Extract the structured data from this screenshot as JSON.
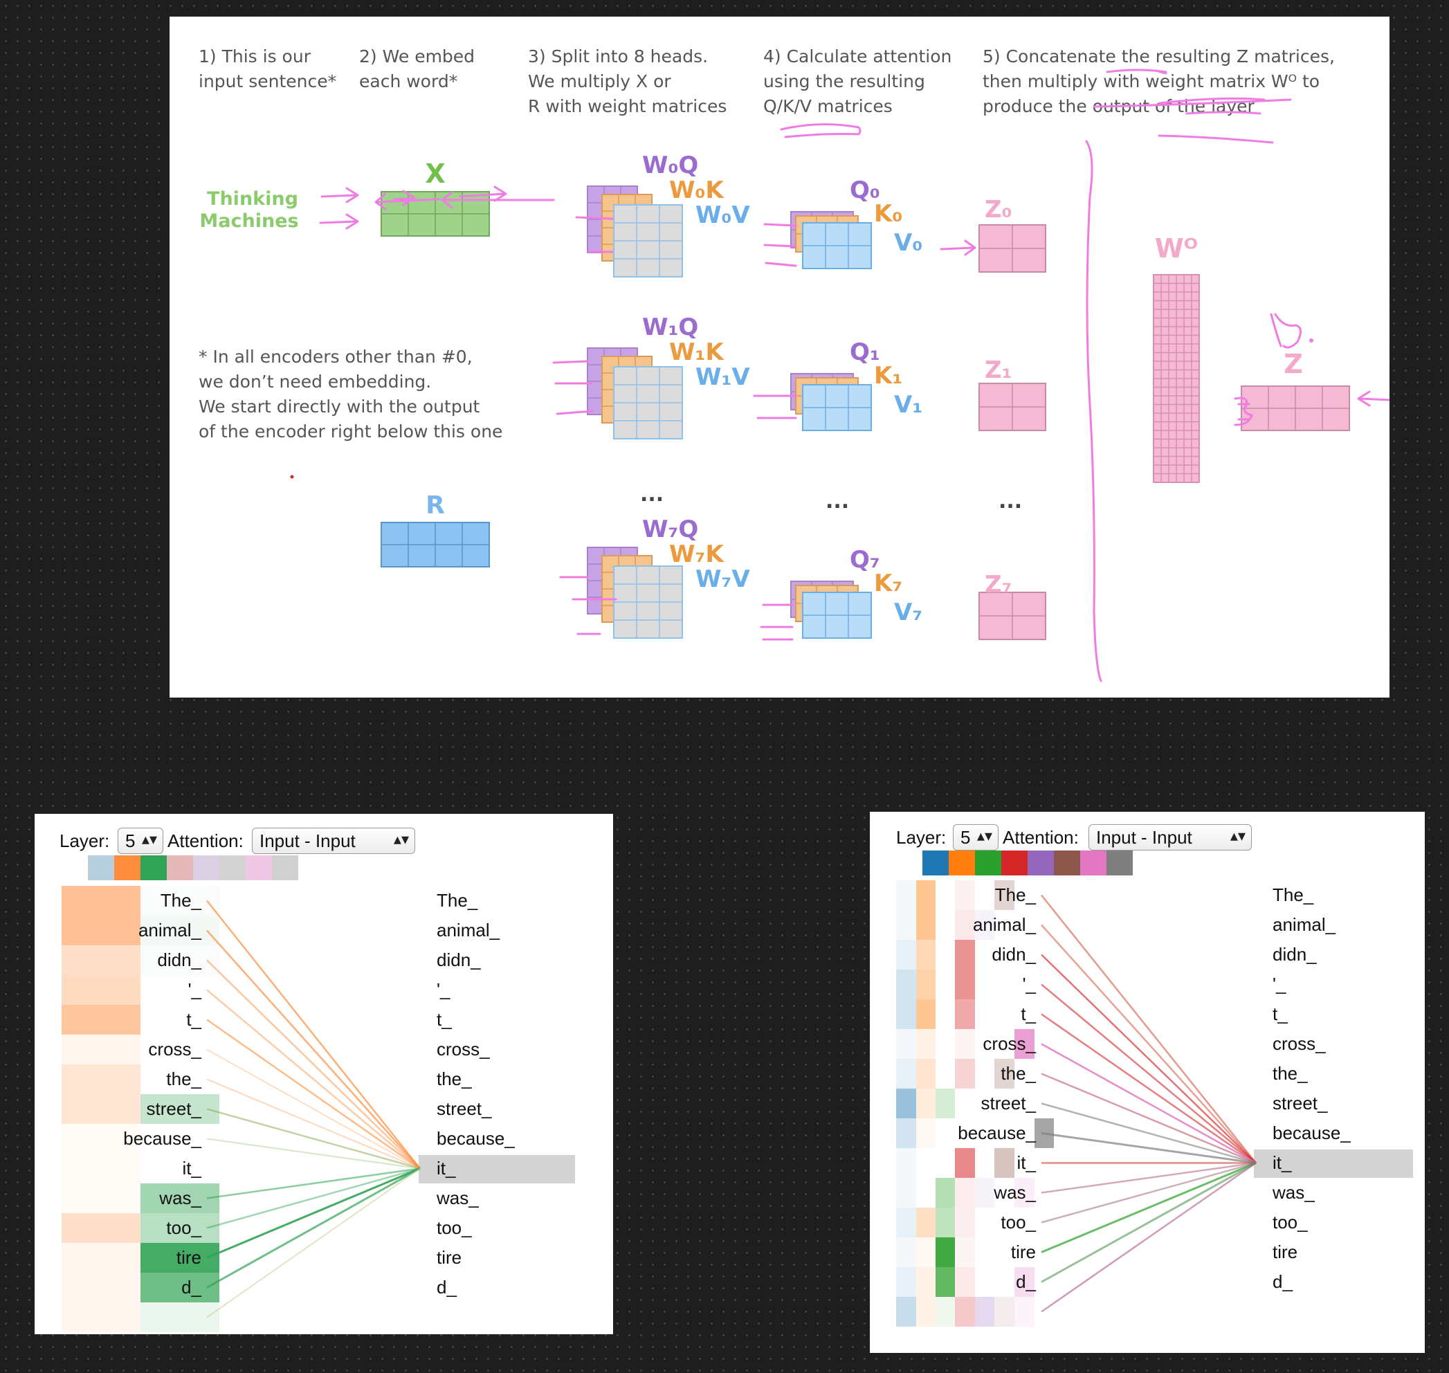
{
  "transformer_figure": {
    "steps": [
      {
        "lines": [
          "1) This is our",
          "input sentence*"
        ]
      },
      {
        "lines": [
          "2) We embed",
          "each word*"
        ]
      },
      {
        "lines": [
          "3) Split into 8 heads.",
          "We multiply X or",
          "R with weight matrices"
        ]
      },
      {
        "lines": [
          "4) Calculate attention",
          "using the resulting",
          "Q/K/V matrices"
        ]
      },
      {
        "lines": [
          "5) Concatenate the resulting Z matrices,",
          "then multiply with weight matrix Wᴼ to",
          "produce the output of the layer"
        ]
      }
    ],
    "input_words": [
      "Thinking",
      "Machines"
    ],
    "x_label": "X",
    "r_label": "R",
    "note": [
      "* In all encoders other than #0,",
      "we don’t need embedding.",
      "We start directly with the output",
      "of the encoder right below this one"
    ],
    "heads": [
      {
        "wq": "W₀Q",
        "wk": "W₀K",
        "wv": "W₀V",
        "q": "Q₀",
        "k": "K₀",
        "v": "V₀",
        "z": "Z₀"
      },
      {
        "wq": "W₁Q",
        "wk": "W₁K",
        "wv": "W₁V",
        "q": "Q₁",
        "k": "K₁",
        "v": "V₁",
        "z": "Z₁"
      },
      {
        "wq": "W₇Q",
        "wk": "W₇K",
        "wv": "W₇V",
        "q": "Q₇",
        "k": "K₇",
        "v": "V₇",
        "z": "Z₇"
      }
    ],
    "ellipsis": "...",
    "wo_label": "Wᴼ",
    "z_label": "Z",
    "colors": {
      "x": "#9fd28a",
      "r": "#8cc3f2",
      "q": "#c8a3e6",
      "k": "#f5c48c",
      "v": "#b9dcf7",
      "z": "#f5b9d4",
      "wo": "#f5b9d4",
      "annotation": "#f07ce3"
    }
  },
  "attention_left": {
    "layer_label": "Layer:",
    "layer_value": "5",
    "attention_label": "Attention:",
    "attention_value": "Input - Input",
    "head_colors": [
      "#b8cfe0",
      "#fd8d3c",
      "#31a354",
      "#e6b9b9",
      "#dcd0e5",
      "#d3d3d3",
      "#f0c8e6",
      "#d0d0d0"
    ],
    "selected_token": "it_"
  },
  "attention_right": {
    "layer_label": "Layer:",
    "layer_value": "5",
    "attention_label": "Attention:",
    "attention_value": "Input - Input",
    "head_colors": [
      "#1f77b4",
      "#ff7f0e",
      "#2ca02c",
      "#d62728",
      "#9467bd",
      "#8c564b",
      "#e377c2",
      "#7f7f7f"
    ],
    "selected_token": "it_"
  },
  "tokens": [
    "The_",
    "animal_",
    "didn_",
    "'_",
    "t_",
    "cross_",
    "the_",
    "street_",
    "because_",
    "it_",
    "was_",
    "too_",
    "tire",
    "d_"
  ]
}
